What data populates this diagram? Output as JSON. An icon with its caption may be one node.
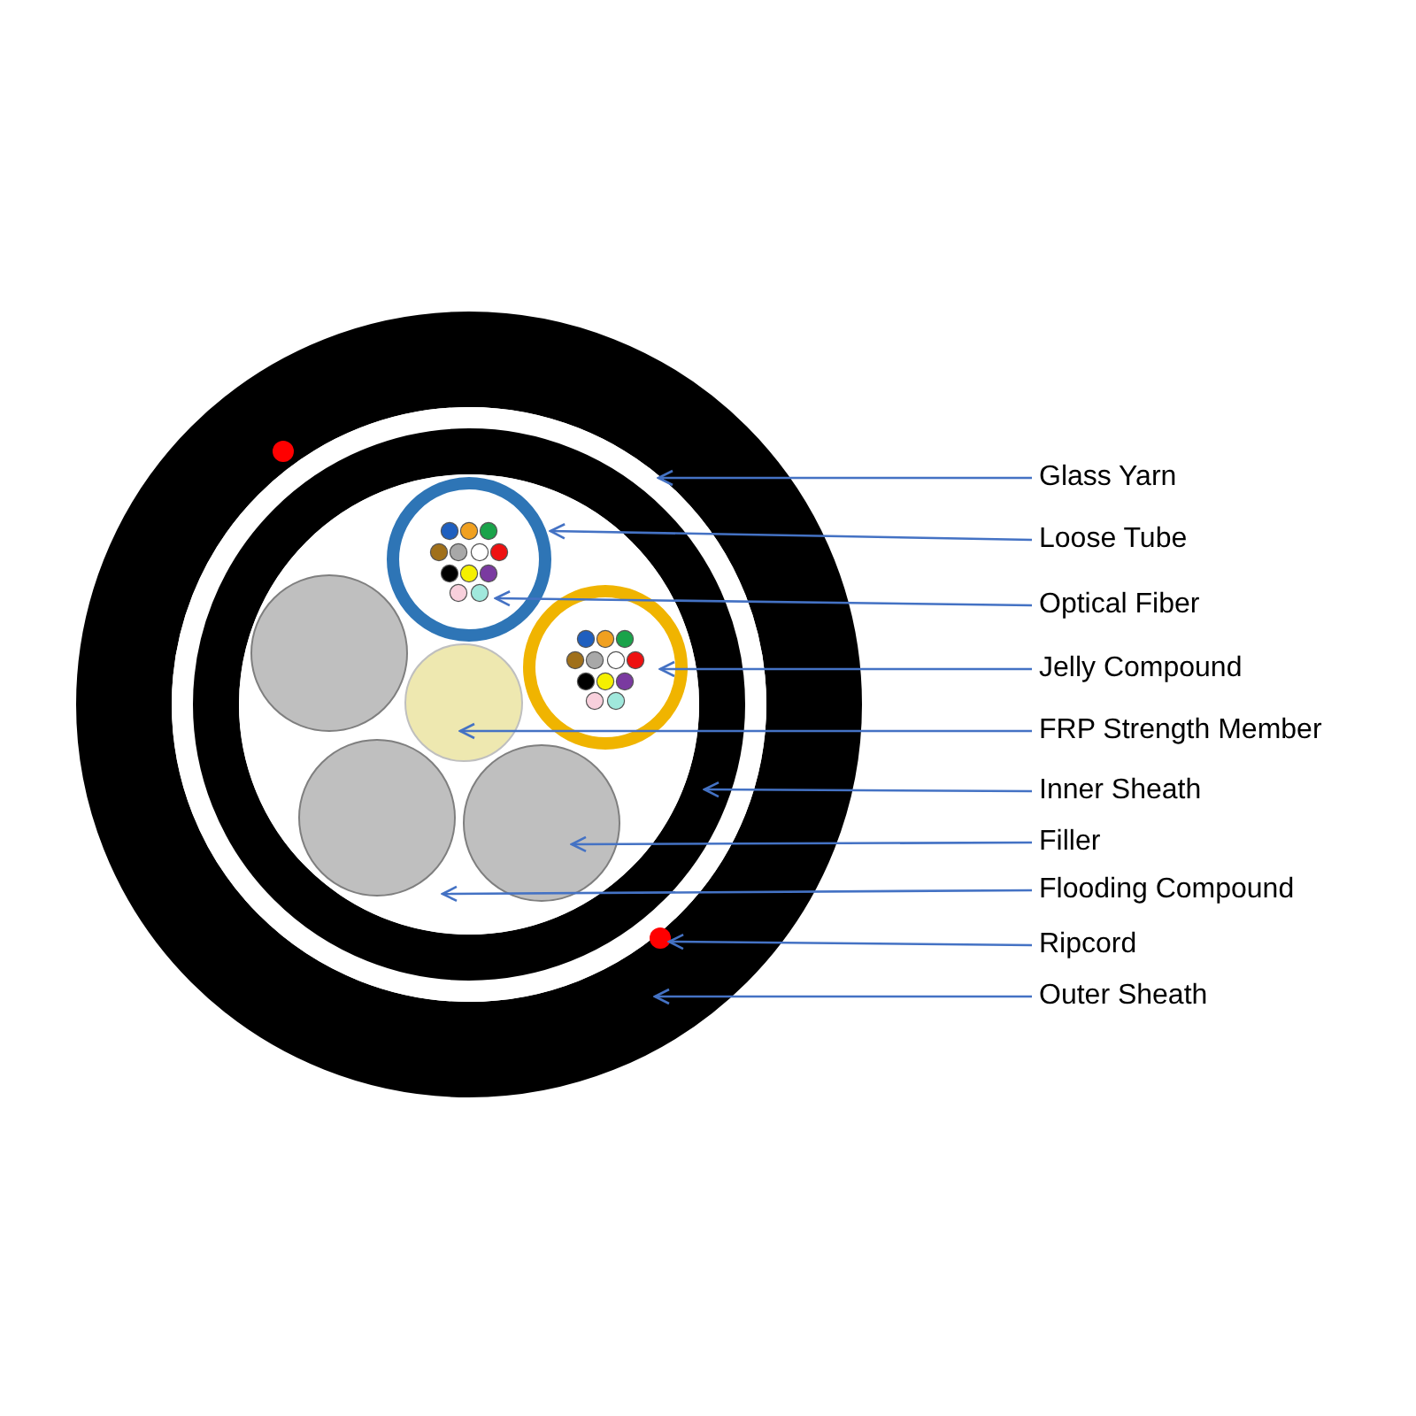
{
  "diagram": {
    "nodes": [
      {
        "text": [
          "Glass Yarn"
        ]
      },
      {
        "text": [
          "Loose Tube"
        ]
      },
      {
        "text": [
          "Optical Fiber"
        ]
      },
      {
        "text": [
          "Jelly Compound"
        ]
      },
      {
        "text": [
          "FRP Strength Member"
        ]
      },
      {
        "text": [
          "Inner Sheath"
        ]
      },
      {
        "text": [
          "Filler"
        ]
      },
      {
        "text": [
          "Flooding Compound"
        ]
      },
      {
        "text": [
          "Ripcord"
        ]
      },
      {
        "text": [
          "Outer Sheath"
        ]
      },
      {
        "text": [],
        "shape": "circle",
        "in": 19
      },
      {
        "text": [],
        "shape": "circle",
        "in": 17
      },
      {
        "text": [],
        "shape": "circle",
        "in": 11
      },
      {
        "text": [],
        "shape": "circle",
        "in": 17
      },
      {
        "text": [],
        "shape": "circle",
        "in": 17
      },
      {
        "text": [],
        "shape": "circle",
        "in": 10
      },
      {
        "text": [],
        "shape": "circle",
        "in": 17
      },
      {
        "text": [],
        "shape": "circle",
        "in": 15
      },
      {
        "text": [],
        "shape": "circle",
        "in": 19
      },
      {
        "text": [],
        "shape": "circle"
      },
      {
        "text": [],
        "shape": "circle",
        "in": 19
      },
      {
        "text": [],
        "shape": "circle",
        "in": 17
      },
      {
        "text": [],
        "shape": "circle",
        "in": 17
      }
    ],
    "edges": [
      {
        "from": 0,
        "to": 10,
        "arrow": "to"
      },
      {
        "from": 1,
        "to": 11,
        "arrow": "to"
      },
      {
        "from": 2,
        "to": 12,
        "arrow": "to"
      },
      {
        "from": 3,
        "to": 13,
        "arrow": "to"
      },
      {
        "from": 4,
        "to": 14,
        "arrow": "to"
      },
      {
        "from": 5,
        "to": 15,
        "arrow": "to"
      },
      {
        "from": 6,
        "to": 16,
        "arrow": "to"
      },
      {
        "from": 7,
        "to": 17,
        "arrow": "to"
      },
      {
        "from": 8,
        "to": 18,
        "arrow": "to"
      },
      {
        "from": 9,
        "to": 19,
        "arrow": "to"
      }
    ]
  }
}
